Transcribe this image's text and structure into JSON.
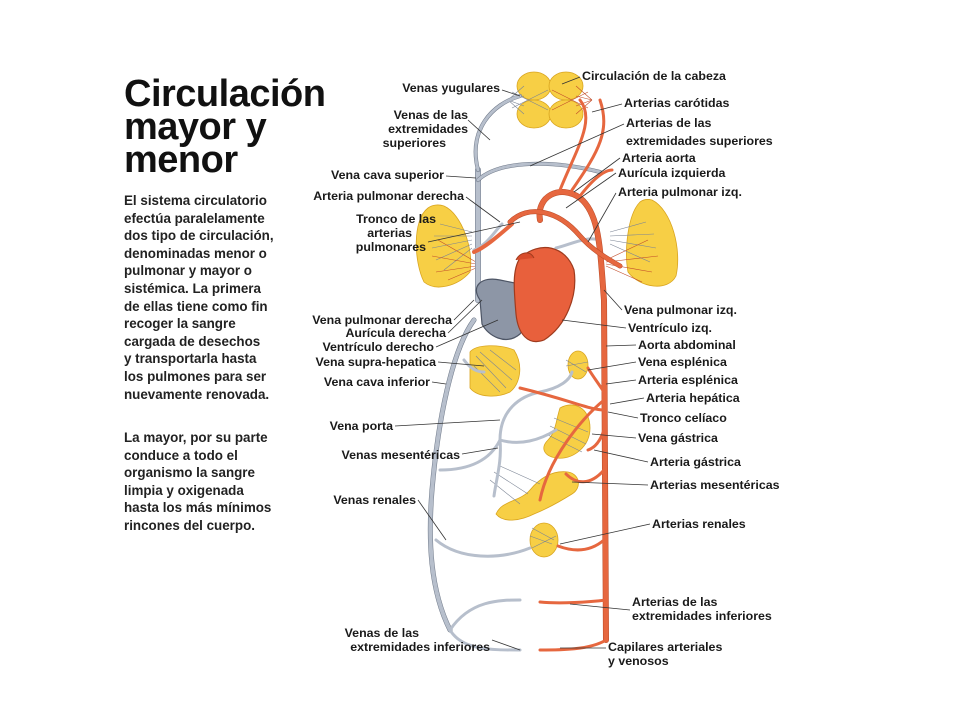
{
  "title": [
    "Circulación",
    "mayor y",
    "menor"
  ],
  "paragraph1": [
    "El sistema circulatorio",
    "efectúa paralelamente",
    "dos tipo de circulación,",
    "denominadas menor o",
    "pulmonar y mayor o",
    "sistémica. La primera",
    "de ellas tiene como fin",
    "recoger la sangre",
    "cargada de desechos",
    "y transportarla hasta",
    "los pulmones para ser",
    "nuevamente renovada."
  ],
  "paragraph2": [
    "La mayor, por su parte",
    "conduce a todo el",
    "organismo la sangre",
    "limpia y oxigenada",
    "hasta los más mínimos",
    "rincones del cuerpo."
  ],
  "labels": {
    "venas_yugulares": "Venas yugulares",
    "venas_ext_sup": [
      "Venas de las",
      "extremidades",
      "superiores"
    ],
    "vena_cava_superior": "Vena cava superior",
    "arteria_pulmonar_derecha": "Arteria pulmonar derecha",
    "tronco_arterias_pulmonares": [
      "Tronco de las",
      "arterias",
      "pulmonares"
    ],
    "vena_pulmonar_derecha": "Vena pulmonar derecha",
    "auricula_derecha": "Aurícula derecha",
    "ventriculo_derecho": "Ventrículo derecho",
    "vena_supra_hepatica": "Vena supra-hepatica",
    "vena_cava_inferior": "Vena cava inferior",
    "vena_porta": "Vena porta",
    "venas_mesentericas": "Venas mesentéricas",
    "venas_renales": "Venas renales",
    "venas_ext_inf": [
      "Venas de las",
      "extremidades inferiores"
    ],
    "circulacion_cabeza": "Circulación de la cabeza",
    "arterias_carotidas": "Arterias carótidas",
    "arterias_ext_sup": [
      "Arterias de las",
      "extremidades superiores"
    ],
    "arteria_aorta": "Arteria aorta",
    "auricula_izquierda": "Aurícula izquierda",
    "arteria_pulmonar_izq": "Arteria pulmonar izq.",
    "vena_pulmonar_izq": "Vena pulmonar izq.",
    "ventriculo_izq": "Ventrículo izq.",
    "aorta_abdominal": "Aorta abdominal",
    "vena_esplenica": "Vena esplénica",
    "arteria_esplenica": "Arteria esplénica",
    "arteria_hepatica": "Arteria hepática",
    "tronco_celiaco": "Tronco celíaco",
    "vena_gastrica": "Vena gástrica",
    "arteria_gastrica": "Arteria gástrica",
    "arterias_mesentericas": "Arterias mesentéricas",
    "arterias_renales": "Arterias renales",
    "arterias_ext_inf": [
      "Arterias de las",
      "extremidades inferiores"
    ],
    "capilares": [
      "Capilares arteriales",
      "y venosos"
    ]
  },
  "colors": {
    "vein": "#b7bfcc",
    "artery": "#e6673f",
    "organ": "#f7cf45",
    "heart_right": "#8d96a6",
    "heart_left": "#e8603c"
  }
}
